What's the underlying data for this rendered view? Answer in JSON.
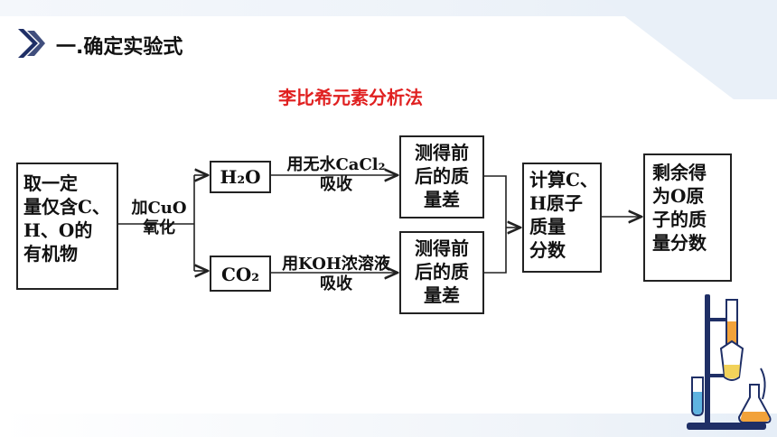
{
  "header": {
    "title": "一.确定实验式",
    "icon": "play-chevron-icon"
  },
  "diagram": {
    "title": "李比希元素分析法",
    "nodes": {
      "sample": "取一定\n量仅含C、\nH、O的\n有机物",
      "h2o": "H₂O",
      "co2": "CO₂",
      "mass_diff_top": "测得前\n后的质\n量差",
      "mass_diff_bottom": "测得前\n后的质\n量差",
      "calc": "计算C、\nH原子\n质量\n分数",
      "result": "剩余得\n为O原\n子的质\n量分数"
    },
    "edges": {
      "oxidize": "加CuO\n氧化",
      "absorb_cacl2": "用无水CaCl₂\n吸收",
      "absorb_koh": "用KOH浓溶液\n吸收"
    }
  },
  "colors": {
    "title_red": "#e02020",
    "icon_navy": "#1f2f66",
    "box_border": "#222222",
    "flask_orange": "#f2a23a",
    "tube_blue": "#5fb3e0"
  },
  "decor": {
    "lab_illustration": "lab-glassware-icon"
  }
}
